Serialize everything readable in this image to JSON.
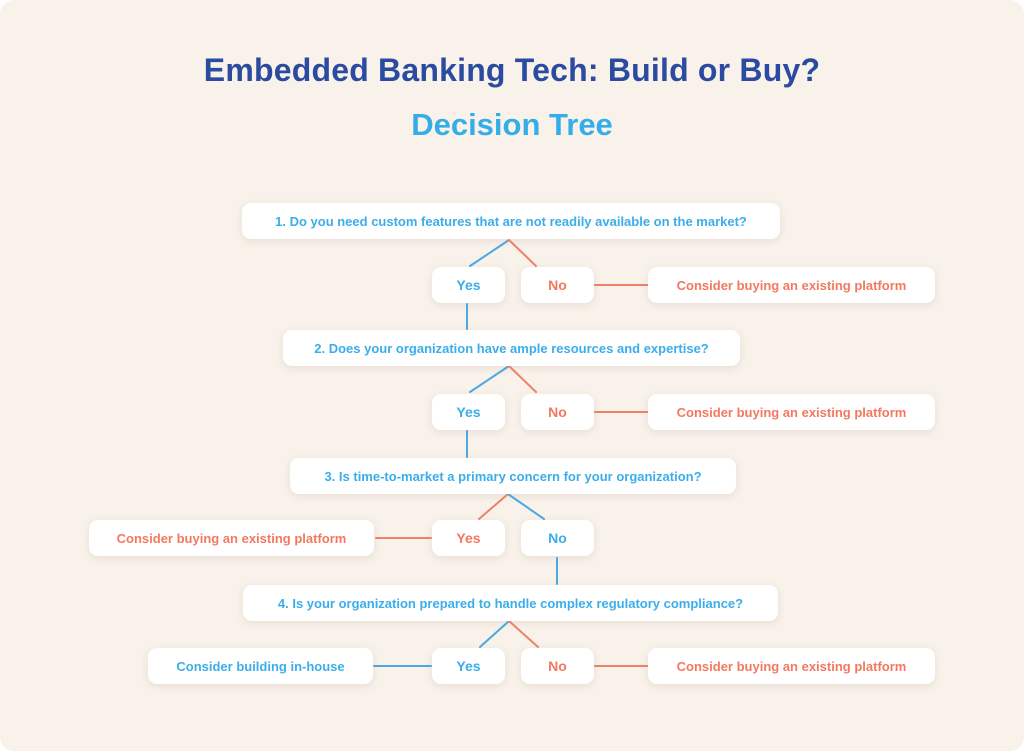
{
  "header": {
    "title": "Embedded Banking Tech: Build or Buy?",
    "subtitle": "Decision Tree"
  },
  "questions": [
    {
      "text": "1. Do you need custom features that are not readily available on the market?"
    },
    {
      "text": "2. Does your organization have ample resources and expertise?"
    },
    {
      "text": "3. Is time-to-market a primary concern for your organization?"
    },
    {
      "text": "4. Is your organization prepared to handle complex regulatory compliance?"
    }
  ],
  "labels": {
    "yes": "Yes",
    "no": "No"
  },
  "outcomes": {
    "buy": "Consider buying an existing platform",
    "build": "Consider building in-house"
  },
  "colors": {
    "background": "#F8F2EA",
    "box_background": "#FFFFFF",
    "title_dark_blue": "#2B4BA0",
    "subtitle_light_blue": "#35ADE8",
    "question_text_blue": "#3BAEE9",
    "outcome_orange": "#F4785F",
    "connector_blue": "#4BA9E2",
    "connector_orange": "#F08169"
  }
}
